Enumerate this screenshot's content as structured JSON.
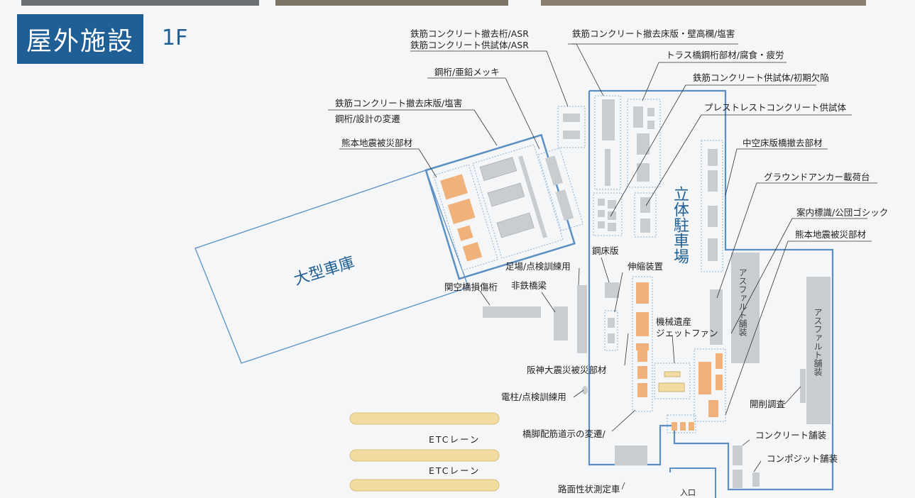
{
  "header": {
    "title": "屋外施設",
    "floor": "1F"
  },
  "areas": {
    "garage": "大型車庫",
    "parking": "立体駐車場",
    "asphalt1": "アスファルト舗装",
    "asphalt2": "アスファルト舗装",
    "etc1": "ETCレーン",
    "etc2": "ETCレーン",
    "entrance": "入口"
  },
  "labels": {
    "rc_girder_asr": "鉄筋コンクリート撤去桁/ASR",
    "rc_specimen_asr": "鉄筋コンクリート供試体/ASR",
    "rc_slab_wall_salt": "鉄筋コンクリート撤去床版・壁高欄/塩害",
    "truss_steel": "トラス橋鋼桁部材/腐食・疲労",
    "rc_specimen_initial": "鉄筋コンクリート供試体/初期欠陥",
    "prestressed": "プレストレストコンクリート供試体",
    "steel_galv": "鋼桁/亜鉛メッキ",
    "rc_slab_salt": "鉄筋コンクリート撤去床版/塩害",
    "steel_design": "鋼桁/設計の変遷",
    "kumamoto1": "熊本地震被災部材",
    "hollow_slab": "中空床版橋撤去部材",
    "ground_anchor": "グラウンドアンカー載荷台",
    "sign": "案内標識/公団ゴシック",
    "kumamoto2": "熊本地震被災部材",
    "steel_deck": "鋼床版",
    "scaffold": "足場/点検訓練用",
    "nonferrous": "非鉄橋梁",
    "kanku": "関空橋損傷桁",
    "expansion": "伸縮装置",
    "machine1": "機械遺産",
    "machine2": "ジェットファン",
    "hanshin": "阪神大震災被災部材",
    "pole": "電柱/点検訓練用",
    "pier_rebar": "橋脚配筋道示の変遷/",
    "excavation": "開削調査",
    "concrete_pave": "コンクリート舗装",
    "composite_pave": "コンポジット舗装",
    "road_vehicle": "路面性状測定車"
  },
  "colors": {
    "accent": "#1f5f95",
    "structure_line": "#5b8fc4",
    "gray_item": "#c9ccd0",
    "orange_item": "#f0b27a",
    "etc_lane": "#f3dca0"
  }
}
